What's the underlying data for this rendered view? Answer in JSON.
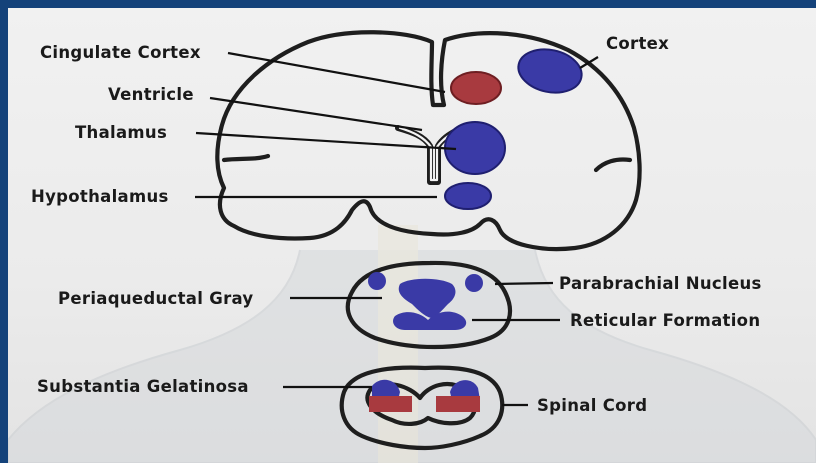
{
  "labels": {
    "cingulate_cortex": "Cingulate Cortex",
    "cortex": "Cortex",
    "ventricle": "Ventricle",
    "thalamus": "Thalamus",
    "hypothalamus": "Hypothalamus",
    "parabrachial_nucleus": "Parabrachial Nucleus",
    "periaqueductal_gray": "Periaqueductal Gray",
    "reticular_formation": "Reticular Formation",
    "substantia_gelatinosa": "Substantia Gelatinosa",
    "spinal_cord": "Spinal Cord"
  },
  "colors": {
    "frame": "#14427a",
    "blue_region": "#3a3aa6",
    "red_region": "#a83a3f",
    "outline": "#1e1e1e"
  }
}
